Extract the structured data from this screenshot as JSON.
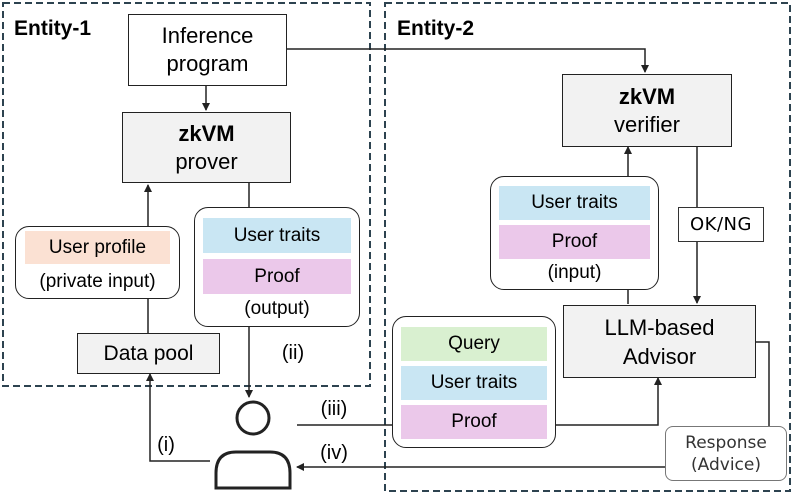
{
  "entity1": {
    "title": "Entity-1"
  },
  "entity2": {
    "title": "Entity-2"
  },
  "inference": {
    "line1": "Inference",
    "line2": "program"
  },
  "prover": {
    "title": "zkVM",
    "sub": "prover"
  },
  "verifier": {
    "title": "zkVM",
    "sub": "verifier"
  },
  "user_profile": {
    "label": "User profile",
    "caption": "(private input)"
  },
  "output_bundle": {
    "traits": "User traits",
    "proof": "Proof",
    "caption": "(output)"
  },
  "input_bundle": {
    "traits": "User traits",
    "proof": "Proof",
    "caption": "(input)"
  },
  "query_bundle": {
    "query": "Query",
    "traits": "User traits",
    "proof": "Proof"
  },
  "data_pool": {
    "label": "Data pool"
  },
  "okng": {
    "label": "OK/NG"
  },
  "advisor": {
    "line1": "LLM-based",
    "line2": "Advisor"
  },
  "response": {
    "line1": "Response",
    "line2": "(Advice)"
  },
  "steps": {
    "i": "(i)",
    "ii": "(ii)",
    "iii": "(iii)",
    "iv": "(iv)"
  },
  "colors": {
    "orange": "#fbe1d3",
    "blue": "#c9e6f3",
    "pink": "#ebc8ea",
    "green": "#d9f0d0",
    "frame": "#2d4350"
  }
}
